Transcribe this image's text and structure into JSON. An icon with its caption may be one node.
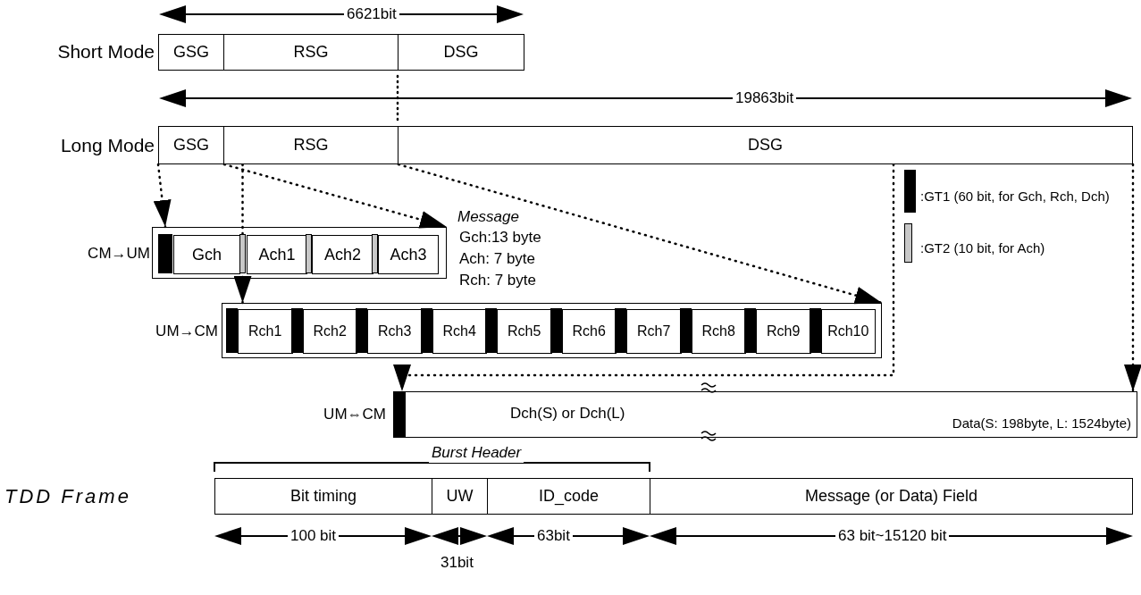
{
  "diagram": {
    "nodes": [
      {
        "text": [
          "Short Mode"
        ]
      },
      {
        "text": [
          "GSG"
        ],
        "in": 0
      },
      {
        "text": [
          "RSG"
        ],
        "in": 0
      },
      {
        "text": [
          "DSG"
        ],
        "in": 0
      },
      {
        "text": [
          "Long Mode"
        ]
      },
      {
        "text": [
          "GSG"
        ],
        "in": 4
      },
      {
        "text": [
          "RSG"
        ],
        "in": 4
      },
      {
        "text": [
          "DSG"
        ],
        "in": 4
      },
      {
        "text": [
          "CM→UM"
        ]
      },
      {
        "text": [
          "Gch"
        ],
        "in": 8
      },
      {
        "text": [
          "Ach1"
        ],
        "in": 8
      },
      {
        "text": [
          "Ach2"
        ],
        "in": 8
      },
      {
        "text": [
          "Ach3"
        ],
        "in": 8
      },
      {
        "text": [
          "UM→CM"
        ]
      },
      {
        "text": [
          "Rch1"
        ],
        "in": 13
      },
      {
        "text": [
          "Rch2"
        ],
        "in": 13
      },
      {
        "text": [
          "Rch3"
        ],
        "in": 13
      },
      {
        "text": [
          "Rch4"
        ],
        "in": 13
      },
      {
        "text": [
          "Rch5"
        ],
        "in": 13
      },
      {
        "text": [
          "Rch6"
        ],
        "in": 13
      },
      {
        "text": [
          "Rch7"
        ],
        "in": 13
      },
      {
        "text": [
          "Rch8"
        ],
        "in": 13
      },
      {
        "text": [
          "Rch9"
        ],
        "in": 13
      },
      {
        "text": [
          "Rch10"
        ],
        "in": 13
      },
      {
        "text": [
          "Dch(S) or Dch(L)",
          "Data(S: 198byte, L: 1524byte)"
        ],
        "beside": [
          "UM⇔CM"
        ]
      },
      {
        "text": [
          "TDD Frame"
        ]
      },
      {
        "text": [
          "Bit timing"
        ],
        "in": 25
      },
      {
        "text": [
          "UW"
        ],
        "in": 25
      },
      {
        "text": [
          "ID_code"
        ],
        "in": 25
      },
      {
        "text": [
          "Message (or Data) Field"
        ],
        "in": 25
      }
    ],
    "edges": [
      {
        "from": 5,
        "to": 8,
        "arrow": "to",
        "style": "dashed"
      },
      {
        "from": 5,
        "to": 8,
        "arrow": "to",
        "style": "dashed"
      },
      {
        "from": 6,
        "to": 13,
        "arrow": "to",
        "style": "dashed"
      },
      {
        "from": 6,
        "to": 13,
        "arrow": "to",
        "style": "dashed"
      },
      {
        "from": 7,
        "to": 24,
        "arrow": "to",
        "style": "dashed"
      },
      {
        "from": 7,
        "to": 24,
        "arrow": "to",
        "style": "dashed"
      }
    ],
    "labels": [
      "6621bit",
      "19863bit",
      "Message",
      "Gch:13 byte",
      "Ach: 7 byte",
      "Rch: 7 byte",
      "Burst Header",
      "100 bit",
      "31bit",
      "63bit",
      "63 bit~15120 bit"
    ],
    "legend": [
      {
        "text": ":GT1 (60 bit, for Gch, Rch, Dch)",
        "color": "#000000"
      },
      {
        "text": ":GT2 (10 bit, for Ach)",
        "color": "#c8c8c8"
      }
    ]
  }
}
